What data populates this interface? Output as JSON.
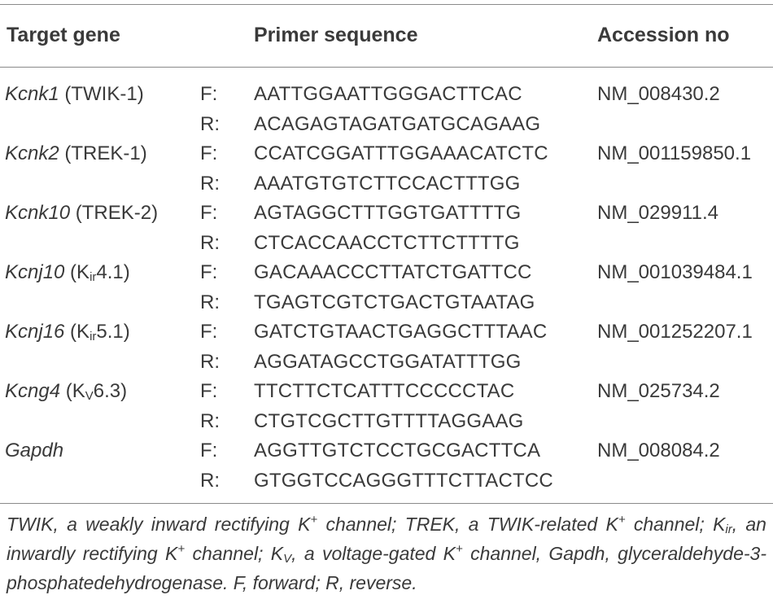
{
  "table": {
    "headers": {
      "target_gene": "Target gene",
      "primer_sequence": "Primer sequence",
      "accession_no": "Accession no"
    },
    "rows": [
      {
        "gene_symbol": "Kcnk1",
        "gene_alias_prefix": " (TWIK-1)",
        "gene_alias_sub": "",
        "gene_alias_suffix": "",
        "forward_label": "F:",
        "forward": "AATTGGAATTGGGACTTCAC",
        "reverse_label": "R:",
        "reverse": "ACAGAGTAGATGATGCAGAAG",
        "accession": "NM_008430.2"
      },
      {
        "gene_symbol": "Kcnk2",
        "gene_alias_prefix": " (TREK-1)",
        "gene_alias_sub": "",
        "gene_alias_suffix": "",
        "forward_label": "F:",
        "forward": "CCATCGGATTTGGAAACATCTC",
        "reverse_label": "R:",
        "reverse": "AAATGTGTCTTCCACTTTGG",
        "accession": "NM_001159850.1"
      },
      {
        "gene_symbol": "Kcnk10",
        "gene_alias_prefix": " (TREK-2)",
        "gene_alias_sub": "",
        "gene_alias_suffix": "",
        "forward_label": "F:",
        "forward": "AGTAGGCTTTGGTGATTTTG",
        "reverse_label": "R:",
        "reverse": "CTCACCAACCTCTTCTTTTG",
        "accession": "NM_029911.4"
      },
      {
        "gene_symbol": "Kcnj10",
        "gene_alias_prefix": " (K",
        "gene_alias_sub": "ir",
        "gene_alias_suffix": "4.1)",
        "forward_label": "F:",
        "forward": "GACAAACCCTTATCTGATTCC",
        "reverse_label": "R:",
        "reverse": "TGAGTCGTCTGACTGTAATAG",
        "accession": "NM_001039484.1"
      },
      {
        "gene_symbol": "Kcnj16",
        "gene_alias_prefix": " (K",
        "gene_alias_sub": "ir",
        "gene_alias_suffix": "5.1)",
        "forward_label": "F:",
        "forward": "GATCTGTAACTGAGGCTTTAAC",
        "reverse_label": "R:",
        "reverse": "AGGATAGCCTGGATATTTGG",
        "accession": "NM_001252207.1"
      },
      {
        "gene_symbol": "Kcng4",
        "gene_alias_prefix": " (K",
        "gene_alias_sub": "V",
        "gene_alias_suffix": "6.3)",
        "forward_label": "F:",
        "forward": "TTCTTCTCATTTCCCCCTAC",
        "reverse_label": "R:",
        "reverse": "CTGTCGCTTGTTTTAGGAAG",
        "accession": "NM_025734.2"
      },
      {
        "gene_symbol": "Gapdh",
        "gene_alias_prefix": "",
        "gene_alias_sub": "",
        "gene_alias_suffix": "",
        "forward_label": "F:",
        "forward": "AGGTTGTCTCCTGCGACTTCA",
        "reverse_label": "R:",
        "reverse": "GTGGTCCAGGGTTTCTTACTCC",
        "accession": "NM_008084.2"
      }
    ]
  },
  "footnote": {
    "part1": "TWIK, a weakly inward rectifying K",
    "sup1": "+",
    "part2": " channel; TREK, a TWIK-related K",
    "sup2": "+",
    "part3": " channel; K",
    "sub1": "ir",
    "part4": ", an inwardly rectifying K",
    "sup3": "+",
    "part5": " channel; K",
    "sub2": "V",
    "part6": ", a voltage-gated K",
    "sup4": "+",
    "part7": " channel, Gapdh, glyceraldehyde-3-phosphatedehydrogenase. F, forward; R, reverse."
  }
}
